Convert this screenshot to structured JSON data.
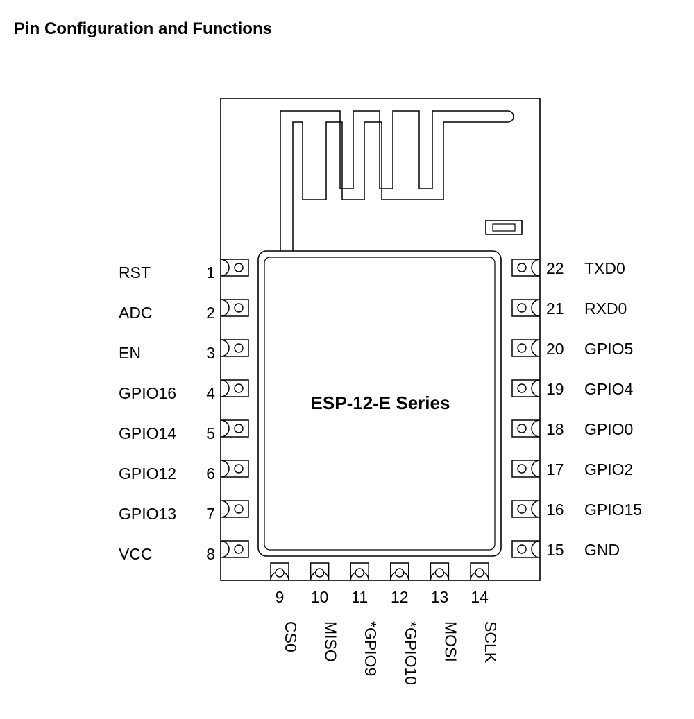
{
  "title": "Pin Configuration and Functions",
  "module_label": "ESP-12-E Series",
  "left_pins": [
    {
      "num": "1",
      "name": "RST"
    },
    {
      "num": "2",
      "name": "ADC"
    },
    {
      "num": "3",
      "name": "EN"
    },
    {
      "num": "4",
      "name": "GPIO16"
    },
    {
      "num": "5",
      "name": "GPIO14"
    },
    {
      "num": "6",
      "name": "GPIO12"
    },
    {
      "num": "7",
      "name": "GPIO13"
    },
    {
      "num": "8",
      "name": "VCC"
    }
  ],
  "right_pins": [
    {
      "num": "22",
      "name": "TXD0"
    },
    {
      "num": "21",
      "name": "RXD0"
    },
    {
      "num": "20",
      "name": "GPIO5"
    },
    {
      "num": "19",
      "name": "GPIO4"
    },
    {
      "num": "18",
      "name": "GPIO0"
    },
    {
      "num": "17",
      "name": "GPIO2"
    },
    {
      "num": "16",
      "name": "GPIO15"
    },
    {
      "num": "15",
      "name": "GND"
    }
  ],
  "bottom_pins": [
    {
      "num": "9",
      "name": "CS0"
    },
    {
      "num": "10",
      "name": "MISO"
    },
    {
      "num": "11",
      "name": "*GPIO9"
    },
    {
      "num": "12",
      "name": "*GPIO10"
    },
    {
      "num": "13",
      "name": "MOSI"
    },
    {
      "num": "14",
      "name": "SCLK"
    }
  ],
  "colors": {
    "line": "#000000",
    "background": "#ffffff"
  }
}
